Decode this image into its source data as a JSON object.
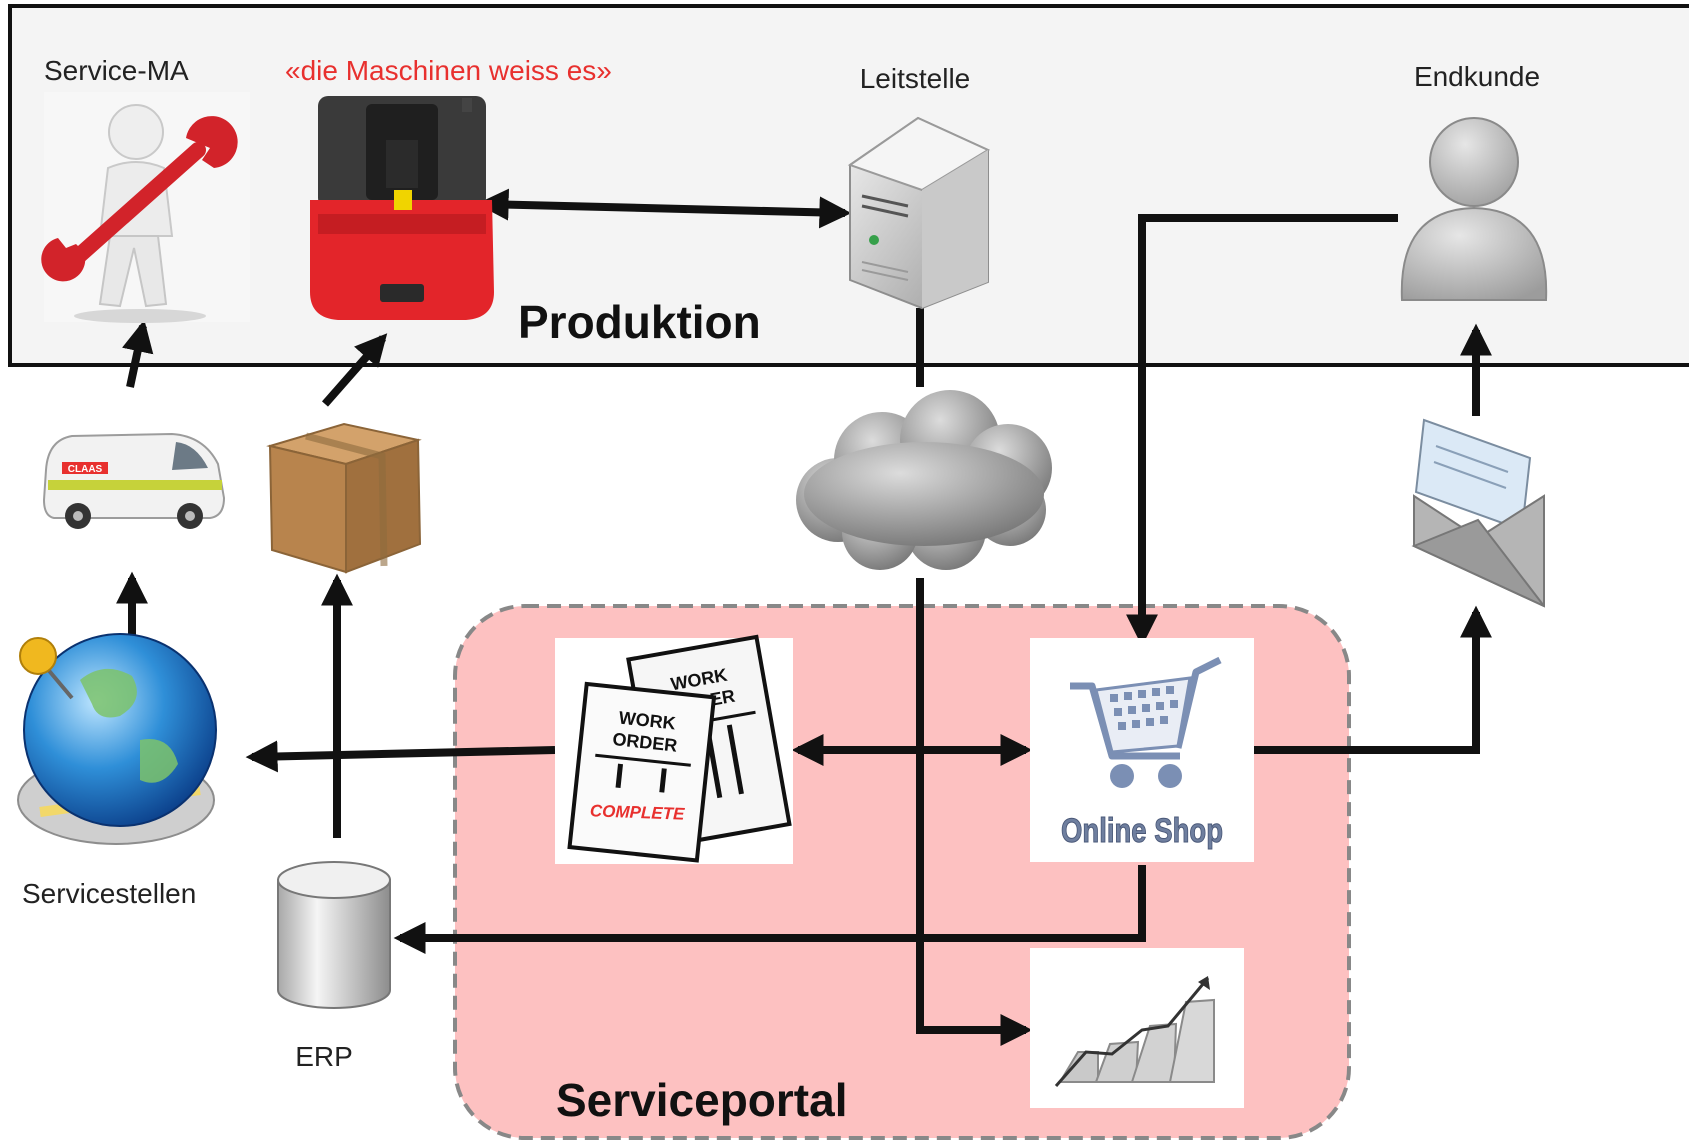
{
  "labels": {
    "service_ma": "Service-MA",
    "machine_caption": "«die Maschinen weiss es»",
    "leitstelle": "Leitstelle",
    "endkunde": "Endkunde",
    "produktion": "Produktion",
    "servicestellen": "Servicestellen",
    "erp": "ERP",
    "serviceportal": "Serviceportal"
  },
  "work_order": {
    "back_line1": "WORK",
    "back_line2": "ORDER",
    "front_line1": "WORK",
    "front_line2": "ORDER",
    "stamp": "COMPLETE"
  },
  "shop": {
    "text": "Online Shop"
  },
  "van": {
    "brand": "CLAAS"
  },
  "colors": {
    "accent_red": "#e8302e",
    "portal_fill": "#fdc1c1",
    "portal_border": "#888888",
    "production_fill": "#f4f4f4",
    "line": "#111111"
  }
}
